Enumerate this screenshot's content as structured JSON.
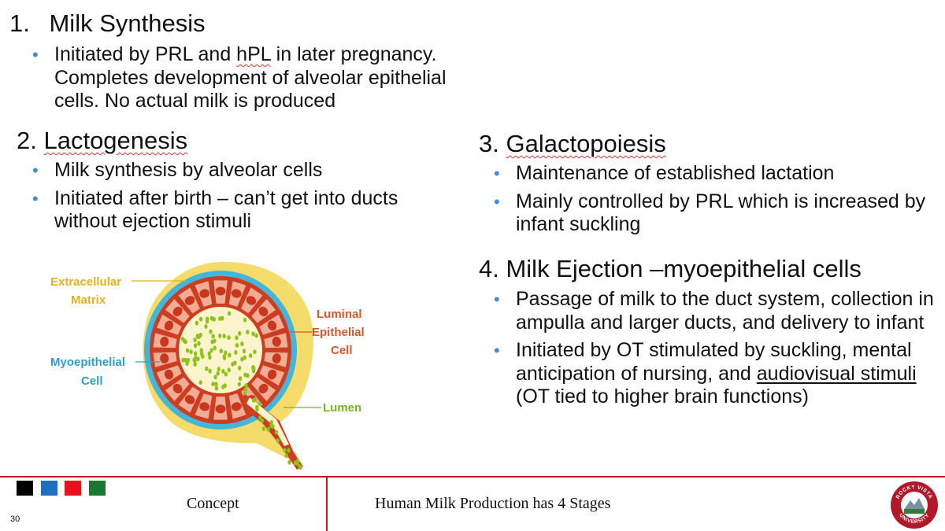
{
  "slide": {
    "sections": {
      "s1": {
        "number": "1.",
        "title": "Milk Synthesis",
        "bullet1": {
          "pre": "Initiated by PRL and ",
          "flagged": "hPL",
          "post": " in later pregnancy. Completes development of alveolar epithelial cells. No actual milk is produced"
        }
      },
      "s2": {
        "number": "2. ",
        "title": "Lactogenesis",
        "bullets": [
          "Milk synthesis by alveolar cells",
          "Initiated after birth – can’t get into ducts without ejection stimuli"
        ]
      },
      "s3": {
        "number": "3. ",
        "title": "Galactopoiesis",
        "bullets": [
          "Maintenance of established lactation",
          "Mainly controlled by PRL which is increased by infant suckling"
        ]
      },
      "s4": {
        "title": "4. Milk Ejection –myoepithelial cells",
        "bullet1": "Passage of milk to the duct system, collection in ampulla and larger ducts, and delivery to infant",
        "bullet2": {
          "pre": "Initiated by OT stimulated by suckling, mental anticipation of nursing, and ",
          "underlined": "audiovisual stimuli",
          "post": " (OT tied to higher brain functions)"
        }
      }
    },
    "diagram": {
      "labels": {
        "ecm_line1": "Extracellular",
        "ecm_line2": "Matrix",
        "myo_line1": "Myoepithelial",
        "myo_line2": "Cell",
        "lum_line1": "Luminal",
        "lum_line2": "Epithelial",
        "lum_line3": "Cell",
        "lumen": "Lumen"
      },
      "colors": {
        "ecm": "#f5dc6a",
        "myoepithelial": "#45b5d8",
        "luminal_cell": "#f2ad95",
        "cell_outline": "#cc3d22",
        "nucleus": "#c8381f",
        "lumen": "#fcf4cc",
        "milk_droplets": "#8fc21a"
      }
    },
    "footer": {
      "concept": "Concept",
      "topic": "Human Milk Production has 4 Stages",
      "page_number": "30",
      "squares": [
        "#000000",
        "#1f6fc0",
        "#e8121a",
        "#177a33"
      ],
      "logo_text_top": "ROCKY VISTA",
      "logo_text_bottom": "UNIVERSITY"
    }
  }
}
